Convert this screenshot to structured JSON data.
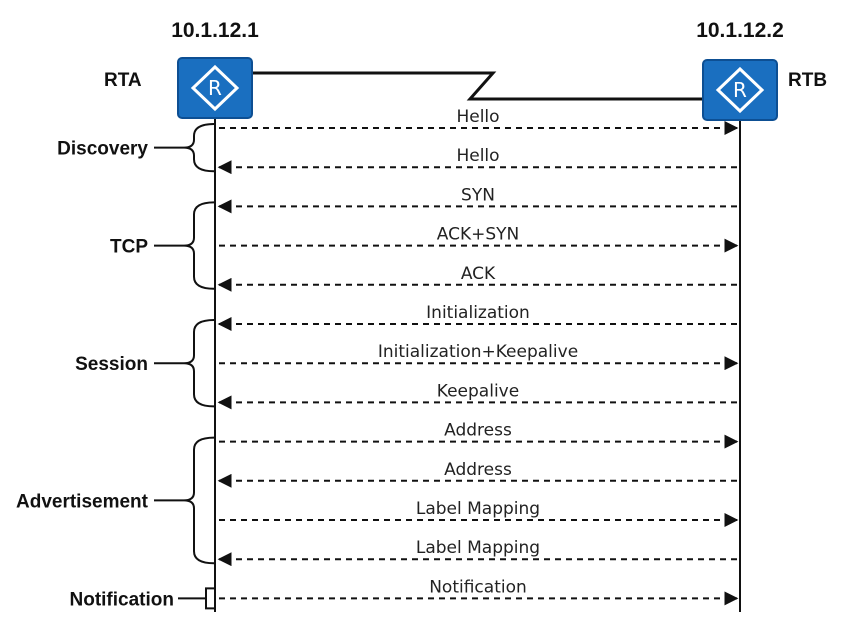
{
  "routers": {
    "left": {
      "name": "RTA",
      "ip": "10.1.12.1"
    },
    "right": {
      "name": "RTB",
      "ip": "10.1.12.2"
    }
  },
  "colors": {
    "router_fill": "#1a6fc0",
    "router_border": "#0d4f93",
    "line": "#111111"
  },
  "icons": {
    "router": "router-icon"
  },
  "messages": [
    {
      "label": "Hello",
      "direction": "right"
    },
    {
      "label": "Hello",
      "direction": "left"
    },
    {
      "label": "SYN",
      "direction": "left"
    },
    {
      "label": "ACK+SYN",
      "direction": "right"
    },
    {
      "label": "ACK",
      "direction": "left"
    },
    {
      "label": "Initialization",
      "direction": "left"
    },
    {
      "label": "Initialization+Keepalive",
      "direction": "right"
    },
    {
      "label": "Keepalive",
      "direction": "left"
    },
    {
      "label": "Address",
      "direction": "right"
    },
    {
      "label": "Address",
      "direction": "left"
    },
    {
      "label": "Label Mapping",
      "direction": "right"
    },
    {
      "label": "Label Mapping",
      "direction": "left"
    },
    {
      "label": "Notification",
      "direction": "right"
    }
  ],
  "phases": [
    {
      "label": "Discovery",
      "first": 0,
      "last": 1
    },
    {
      "label": "TCP",
      "first": 2,
      "last": 4
    },
    {
      "label": "Session",
      "first": 5,
      "last": 7
    },
    {
      "label": "Advertisement",
      "first": 8,
      "last": 11
    },
    {
      "label": "Notification",
      "first": 12,
      "last": 12
    }
  ]
}
